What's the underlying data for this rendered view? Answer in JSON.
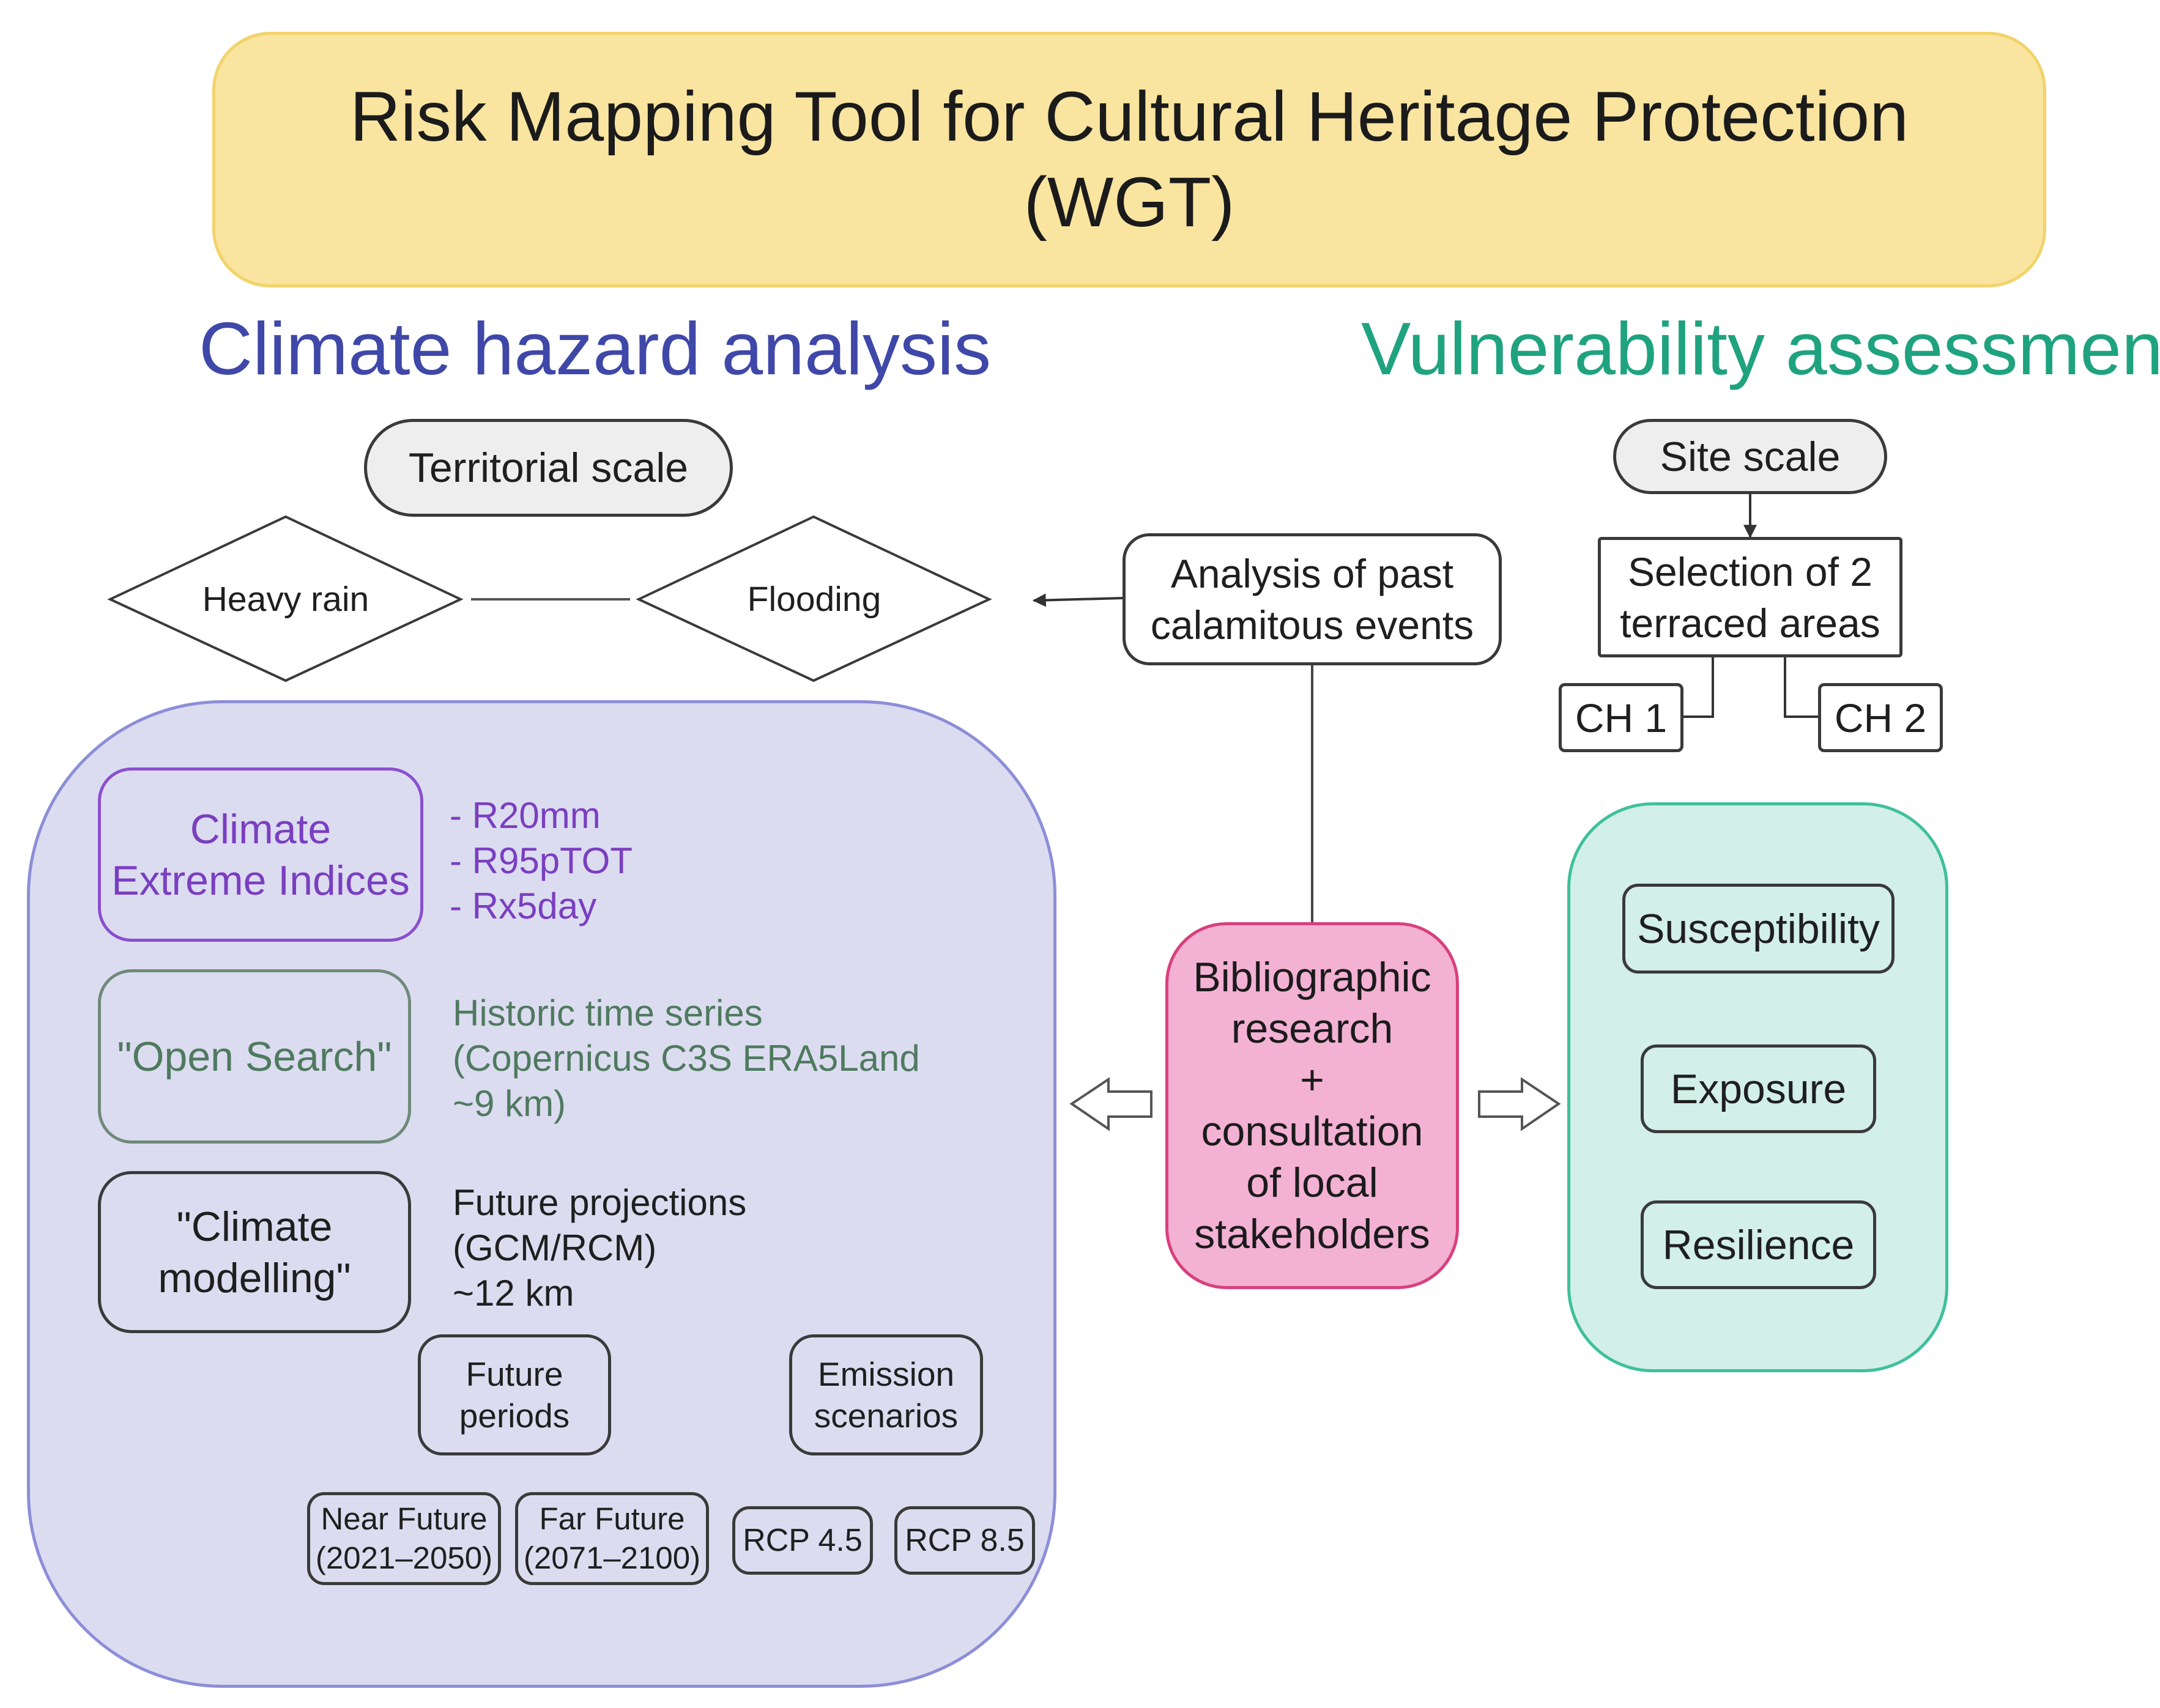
{
  "title": "Risk Mapping Tool for Cultural Heritage Protection\n(WGT)",
  "headings": {
    "hazard": "Climate hazard analysis",
    "vulnerability": "Vulnerability assessment"
  },
  "hazard": {
    "territorial_scale": "Territorial scale",
    "heavy_rain": "Heavy rain",
    "flooding": "Flooding",
    "indices_box": "Climate\nExtreme Indices",
    "indices_list": "- R20mm\n- R95pTOT\n- Rx5day",
    "open_search": "\"Open Search\"",
    "historic": "Historic time series\n(Copernicus C3S ERA5Land\n~9 km)",
    "modelling": "\"Climate\nmodelling\"",
    "future": "Future projections\n(GCM/RCM)\n~12 km",
    "future_periods": "Future\nperiods",
    "emission_scenarios": "Emission\nscenarios",
    "near_future": "Near Future\n(2021–2050)",
    "far_future": "Far Future\n(2071–2100)",
    "rcp45": "RCP 4.5",
    "rcp85": "RCP 8.5"
  },
  "center": {
    "past_events": "Analysis of past\ncalamitous events",
    "biblio": "Bibliographic\nresearch\n+\nconsultation\nof local\nstakeholders"
  },
  "vulnerability": {
    "site_scale": "Site scale",
    "selection": "Selection of 2\nterraced areas",
    "ch1": "CH 1",
    "ch2": "CH 2",
    "susceptibility": "Susceptibility",
    "exposure": "Exposure",
    "resilience": "Resilience"
  },
  "colors": {
    "title_fill": "#f9e4a0",
    "hazard_heading": "#3f48a8",
    "vulnerability_heading": "#1fa37f",
    "hazard_panel": "#dcdcf1",
    "vulnerability_panel": "#d2efe8",
    "indices": "#7a3fc0",
    "historic": "#4f7a5f",
    "biblio_fill": "#f3b1d3"
  }
}
